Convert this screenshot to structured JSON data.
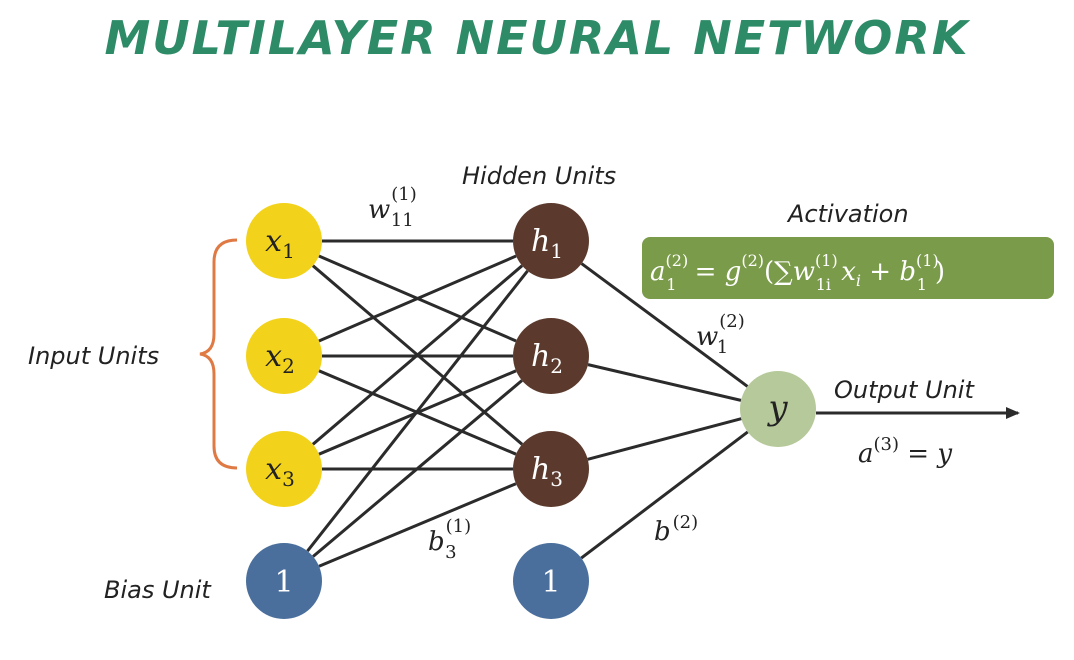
{
  "title": "MULTILAYER NEURAL NETWORK",
  "labels": {
    "input_units": "Input Units",
    "hidden_units": "Hidden Units",
    "bias_unit": "Bias Unit",
    "output_unit": "Output Unit",
    "activation": "Activation"
  },
  "nodes": {
    "inputs": [
      {
        "var": "x",
        "sub": "1"
      },
      {
        "var": "x",
        "sub": "2"
      },
      {
        "var": "x",
        "sub": "3"
      }
    ],
    "input_bias": "1",
    "hidden": [
      {
        "var": "h",
        "sub": "1"
      },
      {
        "var": "h",
        "sub": "2"
      },
      {
        "var": "h",
        "sub": "3"
      }
    ],
    "hidden_bias": "1",
    "output": "y"
  },
  "weights": {
    "w11": {
      "base": "w",
      "sub": "11",
      "sup": "(1)"
    },
    "b3": {
      "base": "b",
      "sub": "3",
      "sup": "(1)"
    },
    "w1_2": {
      "base": "w",
      "sub": "1",
      "sup": "(2)"
    },
    "b2": {
      "base": "b",
      "sup": "(2)"
    }
  },
  "equations": {
    "output_eq": {
      "base": "a",
      "sup": "(3)",
      "rest": " = y"
    },
    "activation_formula": {
      "a": "a",
      "a_sub": "1",
      "a_sup": "(2)",
      "eq": " = ",
      "g": "g",
      "g_sup": "(2)",
      "open": "(∑",
      "w": "w",
      "w_sub": "1i",
      "w_sup": "(1)",
      "x": " x",
      "x_sub": "i",
      "plus": " + ",
      "b": "b",
      "b_sub": "1",
      "b_sup": "(1)",
      "close": ")"
    }
  },
  "colors": {
    "title": "#2e8b68",
    "input_node": "#f2d21b",
    "hidden_node": "#5b3a2d",
    "bias_node": "#4a6f9c",
    "output_node": "#b6c99a",
    "activation_box": "#7a9b49",
    "bracket": "#e07a45",
    "edge": "#2b2b2b"
  }
}
